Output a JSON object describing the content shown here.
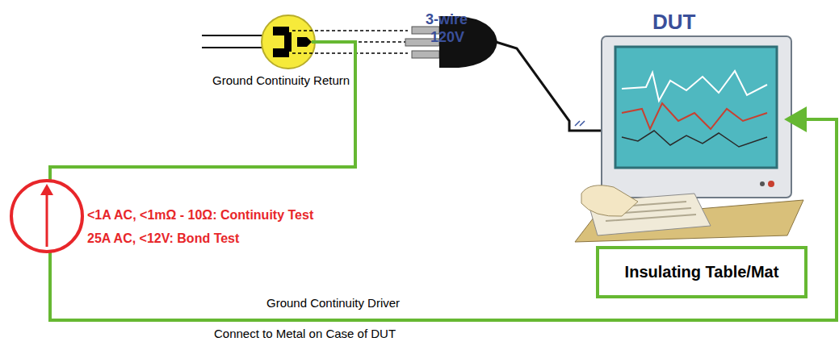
{
  "diagram": {
    "nodes": [
      {
        "text": [
          "Insulating Table/Mat"
        ]
      }
    ],
    "labels": [
      "3-wire",
      "120V",
      "DUT",
      "Ground Continuity Return",
      "<1A AC, <1mΩ - 10Ω: Continuity Test",
      "25A AC, <12V: Bond Test",
      "Ground Continuity Driver",
      "Connect to Metal on Case of DUT"
    ]
  }
}
